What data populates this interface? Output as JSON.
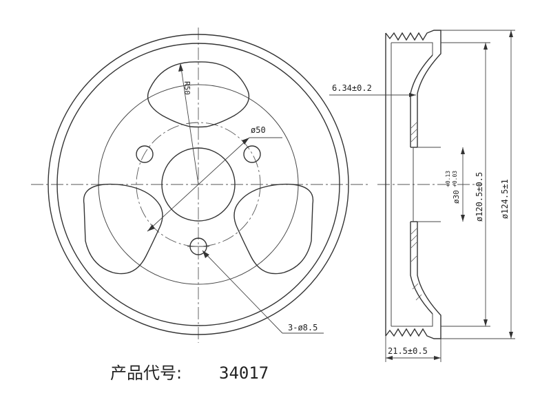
{
  "dimensions": {
    "slot_radius": "R50",
    "bolt_circle": "ø50",
    "holes": "3-ø8.5",
    "offset": "6.34±0.2",
    "bore_main": "ø30",
    "bore_tol_upper": "+0.13",
    "bore_tol_lower": "+0.03",
    "inner_dia": "ø120.5±0.5",
    "outer_dia": "ø124.5±1",
    "width": "21.5±0.5"
  },
  "caption": {
    "label": "产品代号:",
    "code": "34017"
  },
  "colors": {
    "line": "#333333",
    "background": "#ffffff"
  }
}
